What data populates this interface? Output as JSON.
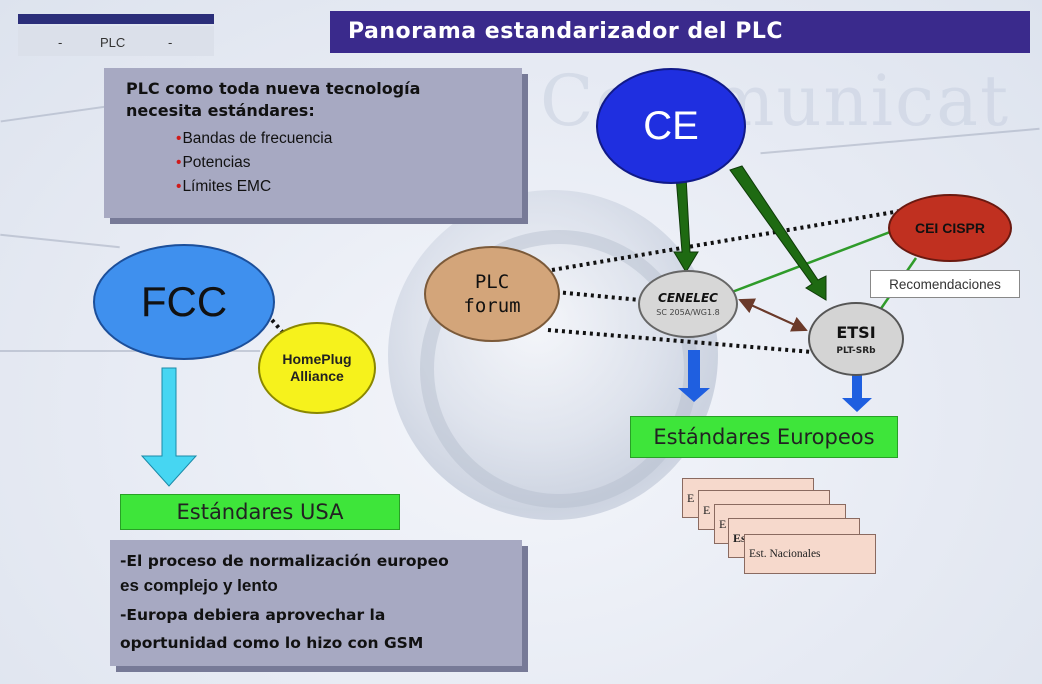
{
  "header": {
    "tag_left": "-",
    "tag_mid": "PLC",
    "tag_right": "-",
    "title": "Panorama estandarizador del PLC"
  },
  "background_text": "Communicat",
  "intro_box": {
    "heading_line1": "PLC como toda nueva tecnología",
    "heading_line2": "necesita estándares:",
    "bullets": [
      "Bandas de frecuencia",
      "Potencias",
      "Límites EMC"
    ]
  },
  "nodes": {
    "fcc": "FCC",
    "ce": "CE",
    "homeplug_line1": "HomePlug",
    "homeplug_line2": "Alliance",
    "plc_forum_line1": "PLC",
    "plc_forum_line2": "forum",
    "cenelec": "CENELEC",
    "cenelec_sub": "SC 205A/WG1.8",
    "etsi": "ETSI",
    "etsi_sub": "PLT-SRb",
    "cei_cispr": "CEI CISPR",
    "recomendaciones": "Recomendaciones"
  },
  "standards": {
    "usa": "Estándares USA",
    "europeos": "Estándares Europeos",
    "stack_labels": [
      "E",
      "E",
      "E",
      "Es",
      "Est. Nacionales"
    ]
  },
  "note_box": {
    "lines": [
      "-El proceso de normalización europeo",
      "es complejo y lento",
      "-Europa debiera aprovechar la",
      "oportunidad como lo hizo con GSM"
    ]
  },
  "colors": {
    "title_bar": "#3a2a8c",
    "ce": "#1f2fe0",
    "fcc": "#3f90ee",
    "homeplug": "#f6f21c",
    "plc_forum": "#d3a57a",
    "cei_cispr": "#c03020",
    "standards_green": "#3ee53a",
    "box_lavender": "#a7a9c2",
    "arrow_green": "#1e6a12",
    "arrow_blue": "#1f5fe0",
    "arrow_cyan": "#46d6f2"
  }
}
